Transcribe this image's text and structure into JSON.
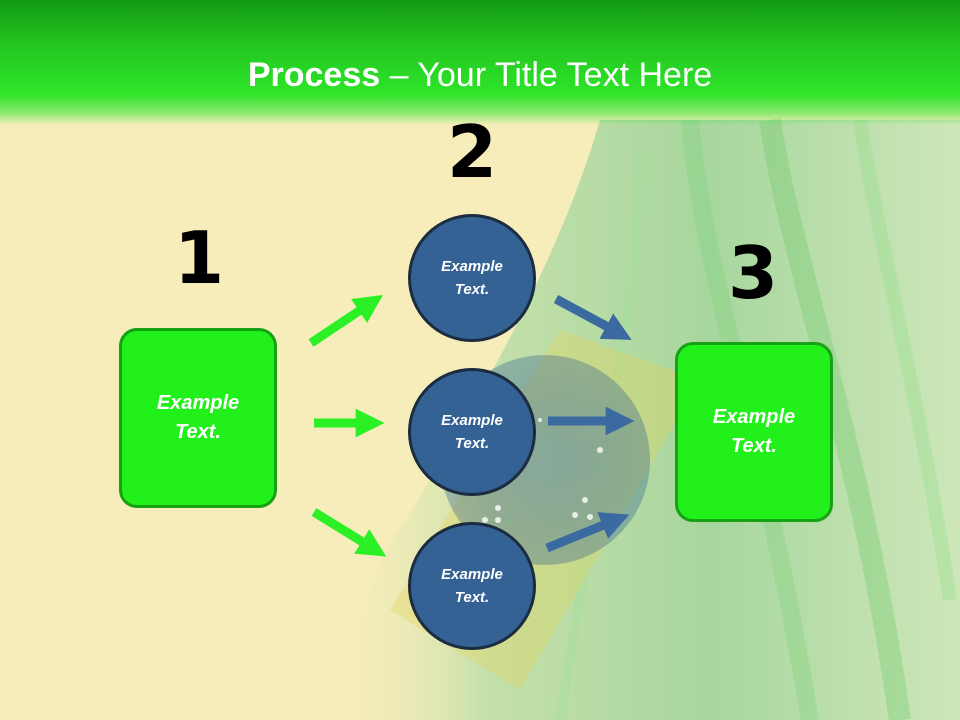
{
  "title": {
    "bold": "Process",
    "separator": " – ",
    "rest": "Your Title Text Here"
  },
  "steps": {
    "one": {
      "number": "1",
      "box_text": "Example Text."
    },
    "two": {
      "number": "2",
      "circles": [
        "Example Text.",
        "Example Text.",
        "Example Text."
      ]
    },
    "three": {
      "number": "3",
      "box_text": "Example Text."
    }
  },
  "colors": {
    "title_bar": "#22c51f",
    "green_box": "#22f01a",
    "green_arrow": "#2cf026",
    "blue_circle": "#356294",
    "blue_arrow": "#3a6aa0",
    "background": "#f6edbb"
  },
  "icons": [
    "arrow-right-icon"
  ]
}
